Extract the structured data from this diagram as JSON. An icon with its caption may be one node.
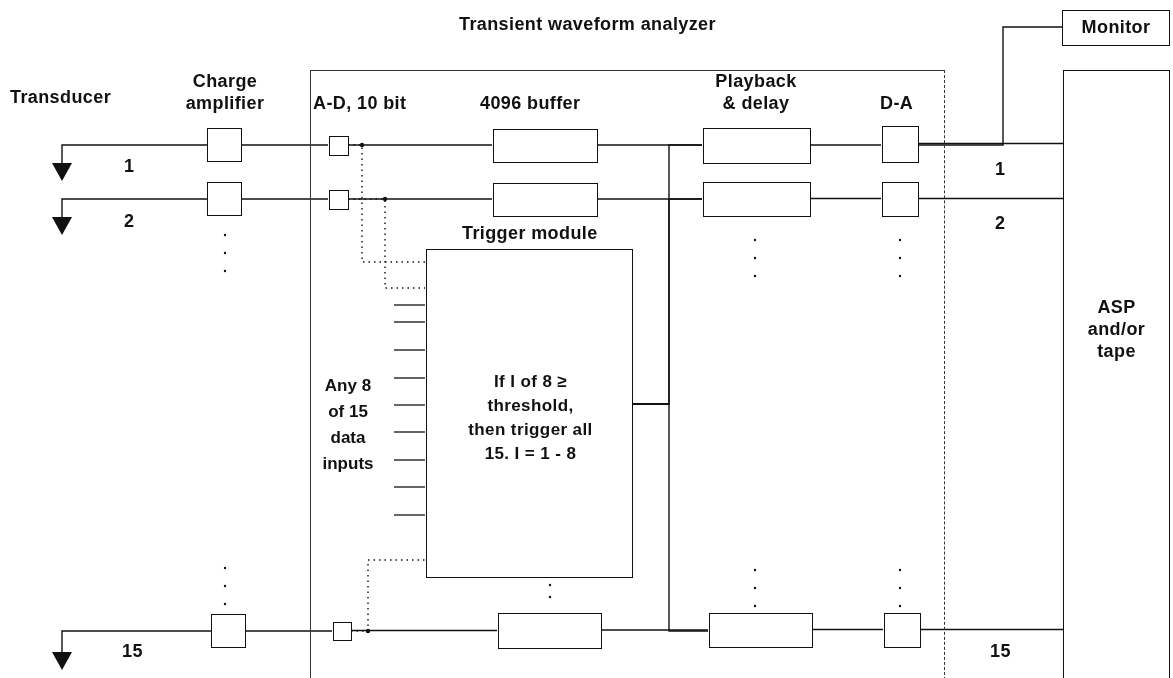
{
  "diagram": {
    "nodes": [
      {
        "text": [
          "Transient waveform analyzer"
        ]
      },
      {
        "text": [],
        "shape": "triangle"
      },
      {
        "text": [],
        "shape": "triangle"
      },
      {
        "text": [],
        "shape": "triangle"
      },
      {
        "text": [],
        "shape": "box"
      },
      {
        "text": [],
        "shape": "box"
      },
      {
        "text": [],
        "shape": "box"
      },
      {
        "text": [],
        "shape": "box",
        "in": 0
      },
      {
        "text": [],
        "shape": "box",
        "in": 0
      },
      {
        "text": [],
        "shape": "box",
        "in": 0
      },
      {
        "text": [],
        "shape": "box",
        "in": 0
      },
      {
        "text": [],
        "shape": "box",
        "in": 0
      },
      {
        "text": [],
        "shape": "box",
        "in": 0
      },
      {
        "text": [
          "Trigger module",
          "If I of 8 ≥ threshold, then trigger all 15. I = 1 - 8"
        ],
        "in": 0
      },
      {
        "text": [],
        "shape": "box",
        "in": 0
      },
      {
        "text": [],
        "shape": "box",
        "in": 0
      },
      {
        "text": [],
        "shape": "box",
        "in": 0
      },
      {
        "text": [],
        "shape": "box",
        "in": 0
      },
      {
        "text": [],
        "shape": "box",
        "in": 0
      },
      {
        "text": [],
        "shape": "box",
        "in": 0
      },
      {
        "text": [
          "Monitor"
        ]
      },
      {
        "text": [
          "ASP and/or tape"
        ]
      }
    ],
    "edges": [
      {
        "from": 1,
        "to": 4,
        "arrow": "none"
      },
      {
        "from": 2,
        "to": 5,
        "arrow": "none"
      },
      {
        "from": 3,
        "to": 6,
        "arrow": "none"
      },
      {
        "from": 4,
        "to": 7,
        "arrow": "none"
      },
      {
        "from": 5,
        "to": 8,
        "arrow": "none"
      },
      {
        "from": 6,
        "to": 9,
        "arrow": "none"
      },
      {
        "from": 7,
        "to": 10,
        "arrow": "none"
      },
      {
        "from": 8,
        "to": 11,
        "arrow": "none"
      },
      {
        "from": 9,
        "to": 12,
        "arrow": "none"
      },
      {
        "from": 7,
        "to": 13,
        "arrow": "none",
        "style": "dashed"
      },
      {
        "from": 8,
        "to": 13,
        "arrow": "none",
        "style": "dashed"
      },
      {
        "from": 9,
        "to": 13,
        "arrow": "none",
        "style": "dashed"
      },
      {
        "from": 10,
        "to": 14,
        "arrow": "none"
      },
      {
        "from": 11,
        "to": 15,
        "arrow": "none"
      },
      {
        "from": 12,
        "to": 16,
        "arrow": "none"
      },
      {
        "from": 13,
        "to": 14,
        "arrow": "none"
      },
      {
        "from": 13,
        "to": 15,
        "arrow": "none"
      },
      {
        "from": 13,
        "to": 16,
        "arrow": "none"
      },
      {
        "from": 14,
        "to": 17,
        "arrow": "none"
      },
      {
        "from": 15,
        "to": 18,
        "arrow": "none"
      },
      {
        "from": 16,
        "to": 19,
        "arrow": "none"
      },
      {
        "from": 17,
        "to": 21,
        "arrow": "none",
        "label": "1"
      },
      {
        "from": 18,
        "to": 21,
        "arrow": "none",
        "label": "2"
      },
      {
        "from": 19,
        "to": 21,
        "arrow": "none",
        "label": "15"
      },
      {
        "from": 17,
        "to": 20,
        "arrow": "none"
      }
    ],
    "labels": [
      "Transducer",
      "Charge amplifier",
      "A-D, 10 bit",
      "4096 buffer",
      "Playback & delay",
      "D-A",
      "1",
      "2",
      "Any 8 of 15 data inputs",
      "15"
    ]
  }
}
